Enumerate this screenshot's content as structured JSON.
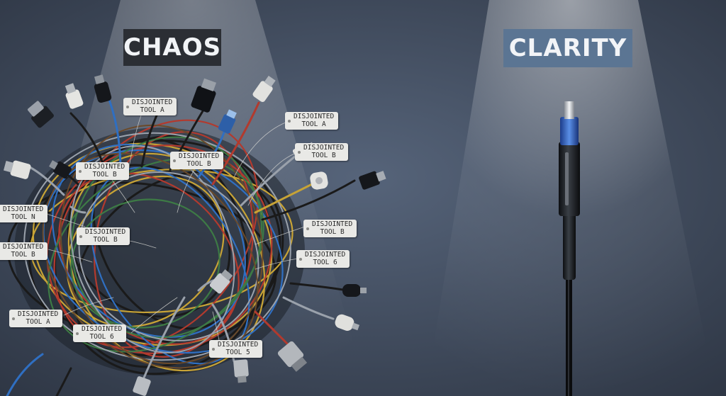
{
  "titles": {
    "left": "CHAOS",
    "right": "CLARITY"
  },
  "tags": [
    {
      "text": "DISJOINTED\nTOOL A"
    },
    {
      "text": "DISJOINTED\nTOOL A"
    },
    {
      "text": "DISJOINTED\nTOOL B"
    },
    {
      "text": "DISJOINTED\nTOOL B"
    },
    {
      "text": "DISJOINTED\nTOOL B"
    },
    {
      "text": "DISJOINTED\nTOOL N"
    },
    {
      "text": "DISJOINTED\nTOOL B"
    },
    {
      "text": "DISJOINTED\nTOOL B"
    },
    {
      "text": "DISJOINTED\nTOOL 6"
    },
    {
      "text": "DISJOINTED\nTOOL B"
    },
    {
      "text": "DISJOINTED\nTOOL A"
    },
    {
      "text": "DISJOINTED\nTOOL 6"
    },
    {
      "text": "DISJOINTED\nTOOL 5"
    }
  ]
}
